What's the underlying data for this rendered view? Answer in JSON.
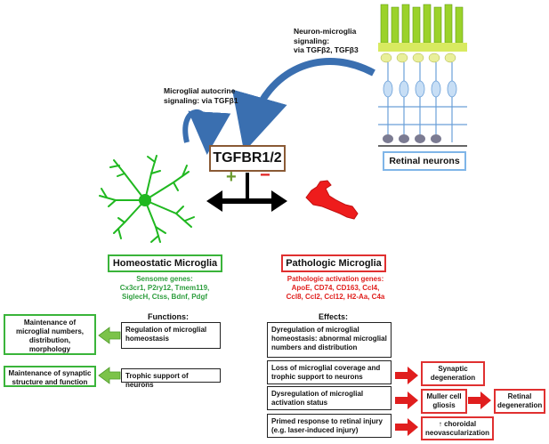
{
  "autocrine_label": {
    "line1": "Microglial autocrine",
    "line2": "signaling: via TGFβ1"
  },
  "neuron_signal_label": {
    "line1": "Neuron-microglia",
    "line2": "signaling:",
    "line3": "via TGFβ2, TGFβ3"
  },
  "receptor": "TGFBR1/2",
  "plus_sign": "+",
  "minus_sign": "−",
  "retinal_neurons": "Retinal neurons",
  "homeostatic": {
    "title": "Homeostatic Microglia",
    "genes_title": "Sensome genes:",
    "genes_line1": "Cx3cr1, P2ry12, Tmem119,",
    "genes_line2": "SiglecH, Ctss, Bdnf, Pdgf"
  },
  "pathologic": {
    "title": "Pathologic Microglia",
    "genes_title": "Pathologic activation genes:",
    "genes_line1": "ApoE, CD74, CD163, Ccl4,",
    "genes_line2": "Ccl8, Ccl2, Ccl12, H2-Aa, C4a"
  },
  "functions": {
    "title": "Functions:",
    "items": [
      {
        "text_line1": "Regulation of microglial",
        "text_line2": "homeostasis",
        "outcome_line1": "Maintenance of",
        "outcome_line2": "microglial numbers,",
        "outcome_line3": "distribution,",
        "outcome_line4": "morphology"
      },
      {
        "text_line1": "Trophic support of neurons",
        "outcome_line1": "Maintenance of synaptic",
        "outcome_line2": "structure and function"
      }
    ]
  },
  "effects": {
    "title": "Effects:",
    "items": [
      {
        "line1": "Dyregulation of microglial",
        "line2": "homeostasis:   abnormal microglial",
        "line3": "numbers and distribution"
      },
      {
        "line1": "Loss of microglial coverage and",
        "line2": "trophic support to neurons"
      },
      {
        "line1": "Dysregulation of microglial",
        "line2": "activation status"
      },
      {
        "line1": "Primed response to retinal injury",
        "line2": "(e.g. laser-induced injury)"
      }
    ],
    "outcomes": {
      "synaptic_line1": "Synaptic",
      "synaptic_line2": "degeneration",
      "muller_line1": "Muller cell",
      "muller_line2": "gliosis",
      "retinal_line1": "Retinal",
      "retinal_line2": "degeneration",
      "choroidal_line1": "↑ choroidal",
      "choroidal_line2": "neovascularization"
    }
  },
  "colors": {
    "green": "#2e9e3e",
    "red": "#e0201e",
    "receptor_border": "#8a5a35",
    "neuron_border": "#7fb5e8",
    "arrow_blue": "#3a6fb0"
  }
}
